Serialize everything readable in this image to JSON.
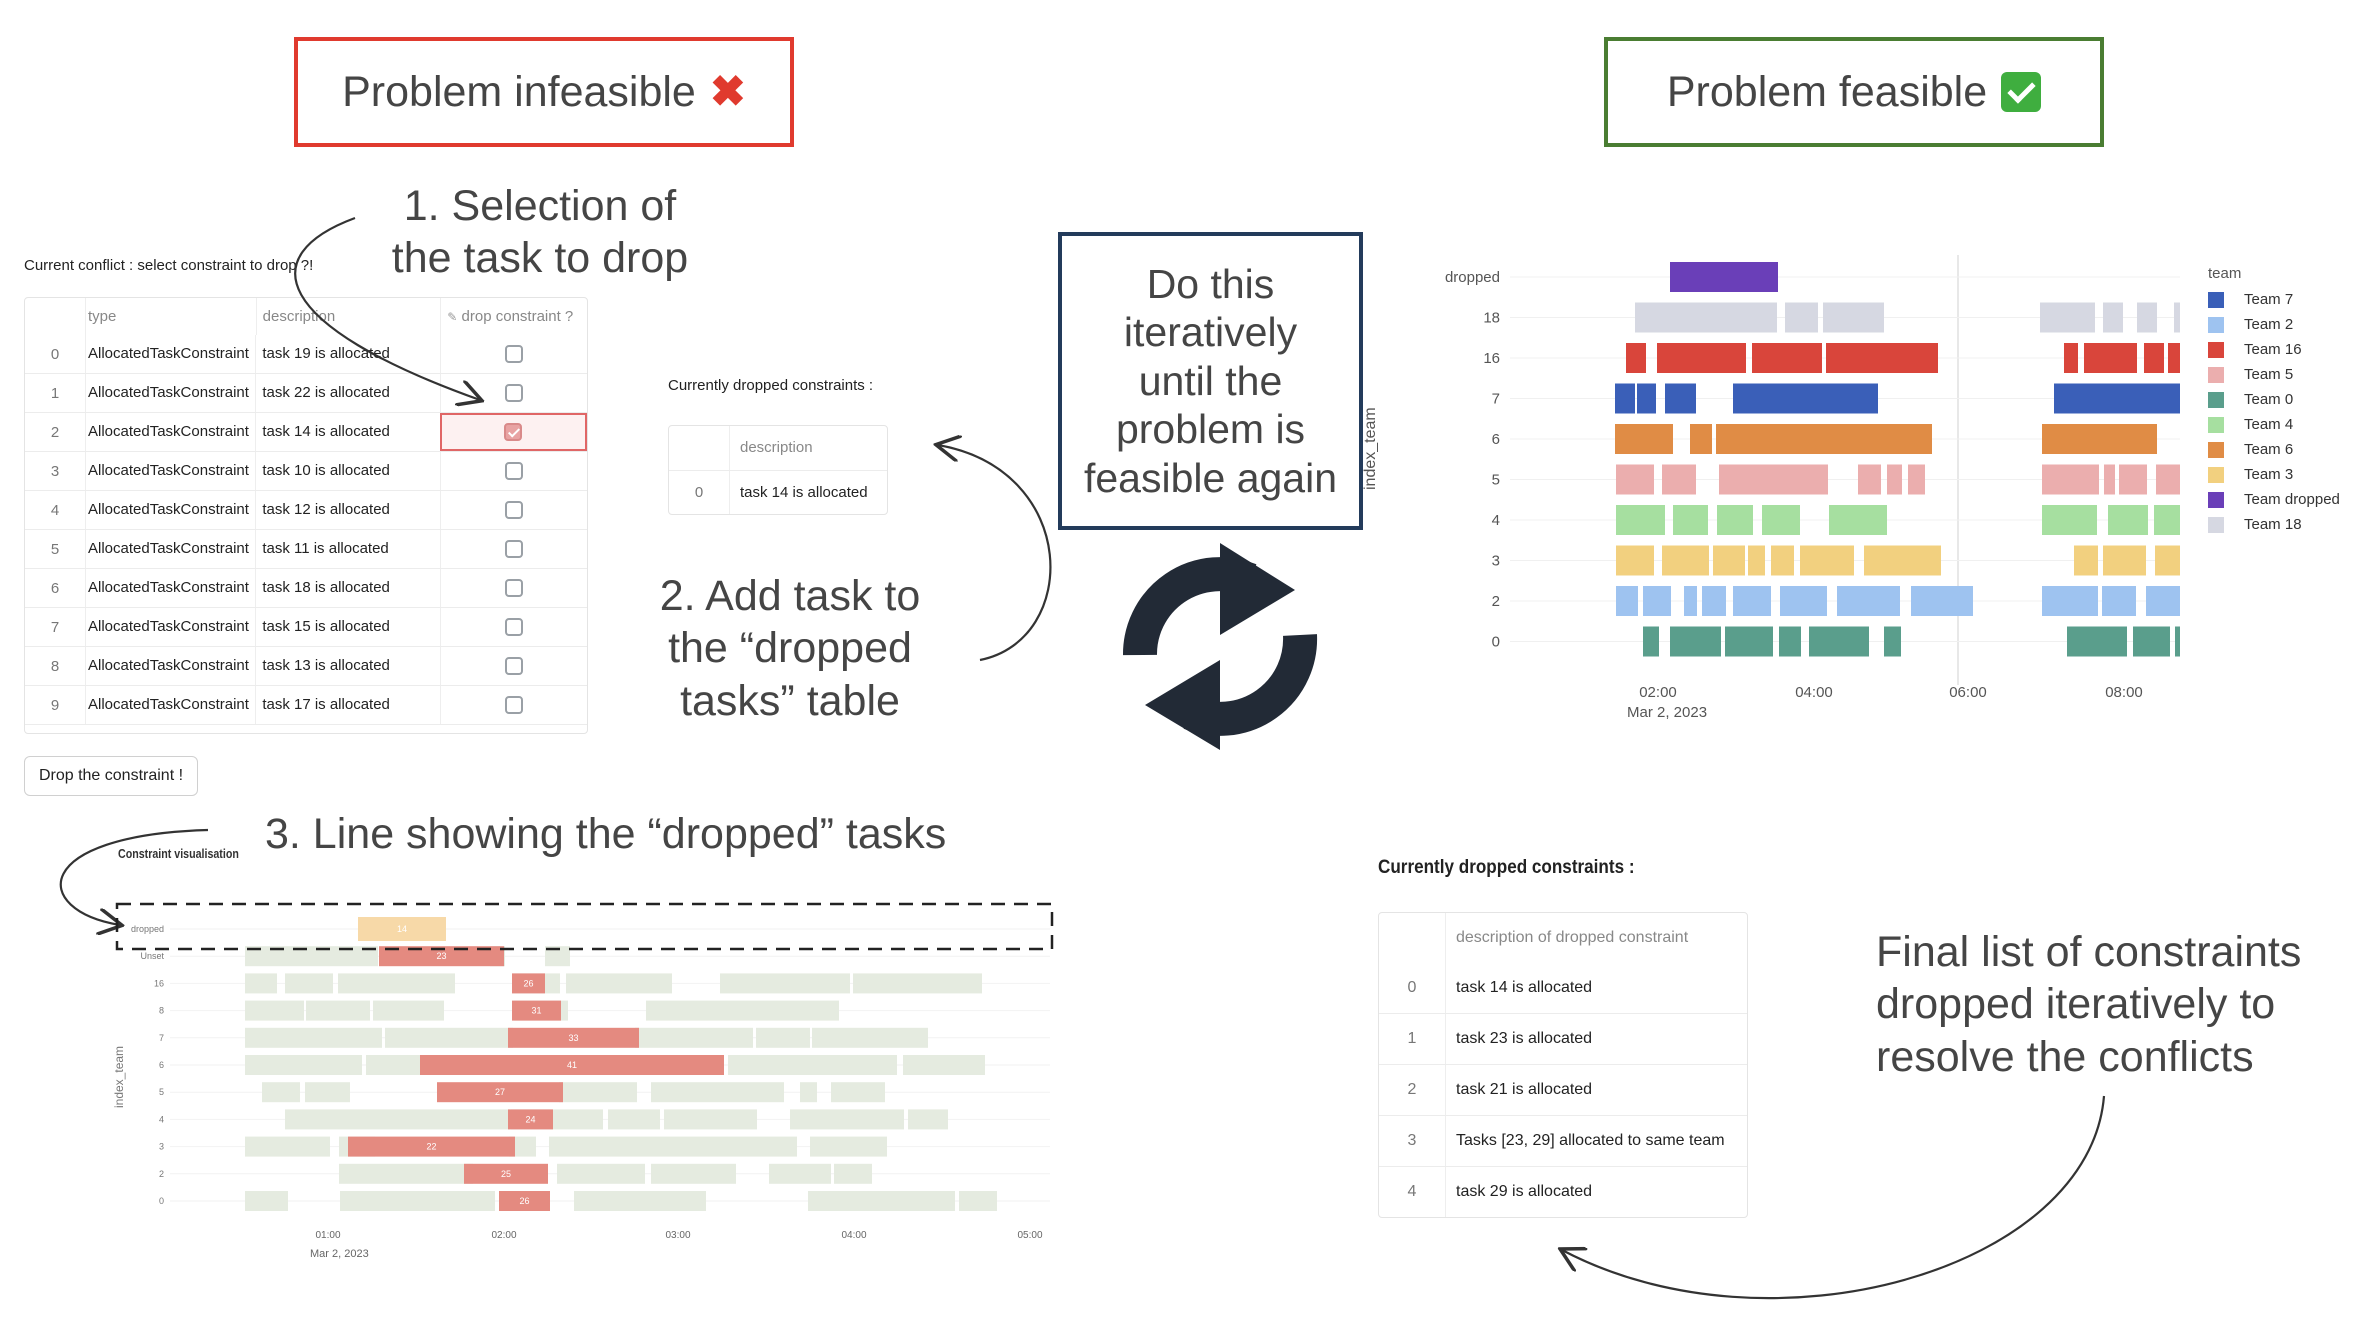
{
  "banners": {
    "infeasible": {
      "label": "Problem infeasible",
      "mark": "✖",
      "border": "#e03a2e",
      "mark_color": "#e03a2e"
    },
    "feasible": {
      "label": "Problem feasible",
      "mark": "✅",
      "border": "#4a7d32"
    }
  },
  "steps": {
    "step1": [
      "1. Selection of",
      "the task to drop"
    ],
    "step2": [
      "2. Add task to",
      "the “dropped",
      "tasks” table"
    ],
    "step3": "3. Line showing the “dropped” tasks",
    "final": [
      "Final list of constraints",
      "dropped iteratively to",
      "resolve the conflicts"
    ]
  },
  "cycle_box": [
    "Do this",
    "iteratively",
    "until the",
    "problem is",
    "feasible again"
  ],
  "conflict": {
    "title": "Current conflict : select constraint to drop ?!",
    "headers": {
      "type": "type",
      "description": "description",
      "drop": "drop constraint ?"
    },
    "rows": [
      {
        "i": "0",
        "type": "AllocatedTaskConstraint",
        "desc": "task 19 is allocated",
        "checked": false
      },
      {
        "i": "1",
        "type": "AllocatedTaskConstraint",
        "desc": "task 22 is allocated",
        "checked": false
      },
      {
        "i": "2",
        "type": "AllocatedTaskConstraint",
        "desc": "task 14 is allocated",
        "checked": true
      },
      {
        "i": "3",
        "type": "AllocatedTaskConstraint",
        "desc": "task 10 is allocated",
        "checked": false
      },
      {
        "i": "4",
        "type": "AllocatedTaskConstraint",
        "desc": "task 12 is allocated",
        "checked": false
      },
      {
        "i": "5",
        "type": "AllocatedTaskConstraint",
        "desc": "task 11 is allocated",
        "checked": false
      },
      {
        "i": "6",
        "type": "AllocatedTaskConstraint",
        "desc": "task 18 is allocated",
        "checked": false
      },
      {
        "i": "7",
        "type": "AllocatedTaskConstraint",
        "desc": "task 15 is allocated",
        "checked": false
      },
      {
        "i": "8",
        "type": "AllocatedTaskConstraint",
        "desc": "task 13 is allocated",
        "checked": false
      },
      {
        "i": "9",
        "type": "AllocatedTaskConstraint",
        "desc": "task 17 is allocated",
        "checked": false
      }
    ],
    "button": "Drop the constraint !"
  },
  "dropped_small": {
    "title": "Currently dropped constraints :",
    "header": "description",
    "rows": [
      {
        "i": "0",
        "desc": "task 14 is allocated"
      }
    ]
  },
  "dropped_final": {
    "title": "Currently dropped constraints :",
    "header": "description of dropped constraint",
    "rows": [
      {
        "i": "0",
        "desc": "task 14 is allocated"
      },
      {
        "i": "1",
        "desc": "task 23 is allocated"
      },
      {
        "i": "2",
        "desc": "task 21 is allocated"
      },
      {
        "i": "3",
        "desc": "Tasks [23, 29] allocated to same team"
      },
      {
        "i": "4",
        "desc": "task 29 is allocated"
      }
    ]
  },
  "chart_data": [
    {
      "type": "bar",
      "title": "",
      "ylabel": "index_team",
      "categories": [
        "dropped",
        "18",
        "16",
        "7",
        "6",
        "5",
        "4",
        "3",
        "2",
        "0"
      ],
      "xticks": [
        "02:00",
        "04:00",
        "06:00",
        "08:00"
      ],
      "xsub": "Mar 2, 2023",
      "legend_title": "team",
      "legend_position": "right",
      "legend": [
        {
          "name": "Team 7",
          "color": "#3a5fb8"
        },
        {
          "name": "Team 2",
          "color": "#9ec3f0"
        },
        {
          "name": "Team 16",
          "color": "#d9453b"
        },
        {
          "name": "Team 5",
          "color": "#ebaeae"
        },
        {
          "name": "Team 0",
          "color": "#5a9e8c"
        },
        {
          "name": "Team 4",
          "color": "#a6dfa0"
        },
        {
          "name": "Team 6",
          "color": "#e08c45"
        },
        {
          "name": "Team 3",
          "color": "#f2d07f"
        },
        {
          "name": "Team dropped",
          "color": "#6a3fb8"
        },
        {
          "name": "Team 18",
          "color": "#d6d8e2"
        }
      ]
    },
    {
      "type": "bar",
      "title": "Constraint visualisation",
      "ylabel": "index_team",
      "categories": [
        "dropped",
        "Unset",
        "16",
        "8",
        "7",
        "6",
        "5",
        "4",
        "3",
        "2",
        "0"
      ],
      "xticks": [
        "01:00",
        "02:00",
        "03:00",
        "04:00",
        "05:00"
      ],
      "xsub": "Mar 2, 2023",
      "highlight_labels": [
        "14",
        "23",
        "26",
        "31",
        "33",
        "41",
        "27",
        "24",
        "22",
        "25",
        "26"
      ]
    }
  ]
}
